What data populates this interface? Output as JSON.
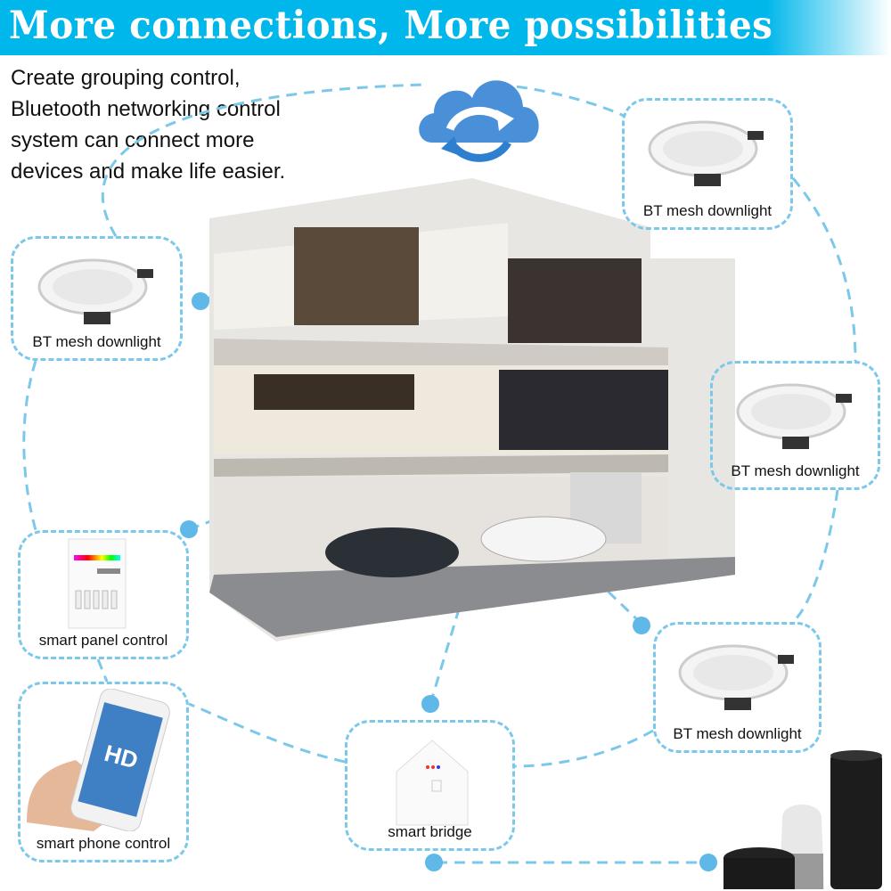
{
  "header": {
    "title": "More connections, More possibilities",
    "color": "#00b7eb"
  },
  "intro": {
    "text": "Create grouping control, Bluetooth networking control system can connect more devices and make life easier."
  },
  "devices": {
    "downlight_left": {
      "label": "BT mesh downlight"
    },
    "downlight_top_right": {
      "label": "BT mesh downlight"
    },
    "downlight_mid_right": {
      "label": "BT mesh downlight"
    },
    "downlight_bottom_right": {
      "label": "BT mesh downlight"
    },
    "panel": {
      "label": "smart panel control"
    },
    "phone": {
      "label": "smart phone control"
    },
    "bridge": {
      "label": "smart bridge"
    }
  },
  "colors": {
    "line": "#7cc8ea",
    "dot": "#5fb8e8",
    "cloud": "#4a90d9"
  },
  "icons": [
    "cloud-sync-icon",
    "downlight-icon",
    "house-illustration",
    "smart-panel-icon",
    "smartphone-icon",
    "bridge-icon",
    "smart-speakers-icon"
  ]
}
